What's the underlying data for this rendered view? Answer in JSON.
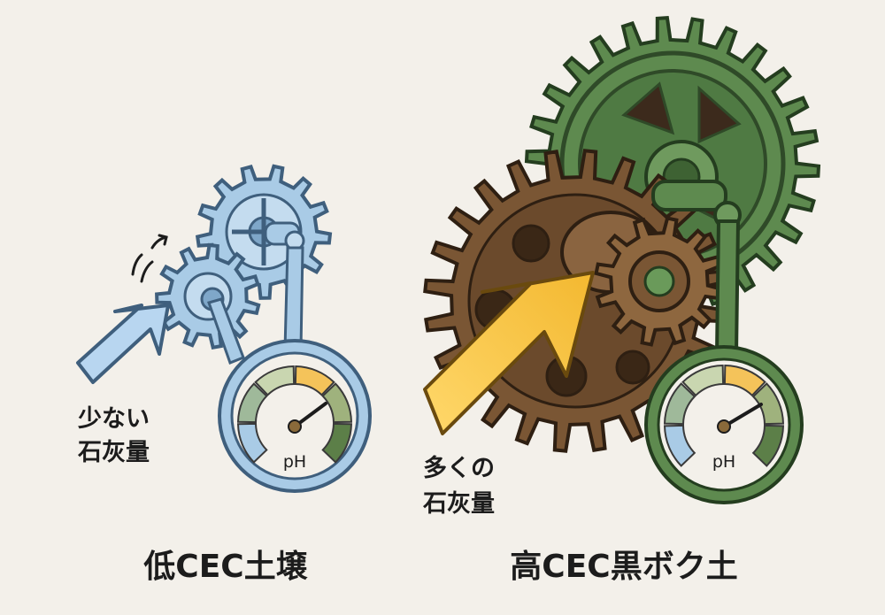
{
  "left_panel": {
    "title": "低CEC土壌",
    "arrow_label_line1": "少ない",
    "arrow_label_line2": "石灰量",
    "gauge_unit": "pH",
    "colors": {
      "gear_fill": "#a9cbe6",
      "gear_stroke": "#3f5f7d",
      "arrow_fill": "#b8d6f0"
    }
  },
  "right_panel": {
    "title": "高CEC黒ボク土",
    "arrow_label_line1": "多くの",
    "arrow_label_line2": "石灰量",
    "gauge_unit": "pH",
    "colors": {
      "big_gear_fill": "#5e8a4f",
      "brown_gear_fill": "#7a5634",
      "arrow_fill": "#f7c548"
    }
  },
  "gauge_colors": [
    "#a9cbe6",
    "#9fb99a",
    "#c9d6b0",
    "#f4c35a",
    "#9fb27d",
    "#5c7f48"
  ]
}
